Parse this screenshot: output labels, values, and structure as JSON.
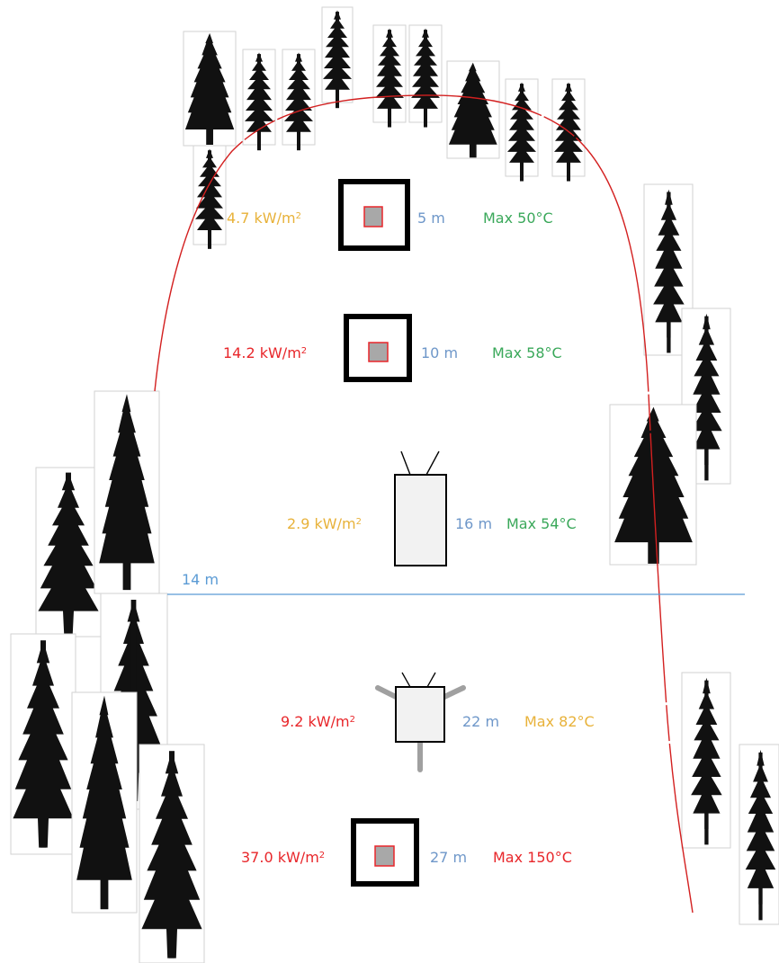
{
  "colors": {
    "red": "#e8262a",
    "yellow": "#e8b23a",
    "blue": "#6e97c9",
    "green": "#3aa85a",
    "boundary_line": "#d32020",
    "reference_line": "#5b9bd5"
  },
  "icons": [
    "tree-icon",
    "square-sensor-icon",
    "hut-icon",
    "cabin-icon"
  ],
  "reference_line": {
    "label": "14 m"
  },
  "stations": [
    {
      "name": "station-1",
      "type": "square-sensor",
      "flux": "4.7 kW/m",
      "flux_color": "yellow",
      "distance": "5 m",
      "max_temp": "Max 50°C",
      "temp_color": "green"
    },
    {
      "name": "station-2",
      "type": "square-sensor",
      "flux": "14.2 kW/m",
      "flux_color": "red",
      "distance": "10 m",
      "max_temp": "Max 58°C",
      "temp_color": "green"
    },
    {
      "name": "station-3",
      "type": "hut",
      "flux": "2.9 kW/m",
      "flux_color": "yellow",
      "distance": "16 m",
      "max_temp": "Max 54°C",
      "temp_color": "green"
    },
    {
      "name": "station-4",
      "type": "cabin",
      "flux": "9.2 kW/m",
      "flux_color": "red",
      "distance": "22 m",
      "max_temp": "Max 82°C",
      "temp_color": "yellow"
    },
    {
      "name": "station-5",
      "type": "square-sensor",
      "flux": "37.0 kW/m",
      "flux_color": "red",
      "distance": "27 m",
      "max_temp": "Max 150°C",
      "temp_color": "red"
    }
  ],
  "superscript": "2"
}
